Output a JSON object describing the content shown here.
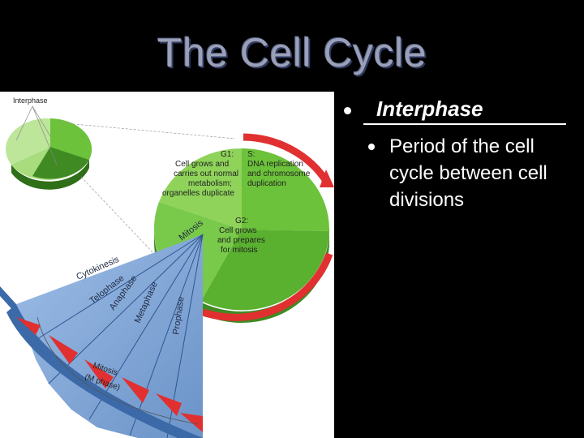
{
  "slide": {
    "title": "The Cell Cycle",
    "bullet_main": "Interphase",
    "bullet_sub": "Period of the cell cycle between cell divisions"
  },
  "diagram": {
    "inset_label": "Interphase",
    "g1_title": "G1:",
    "g1_lines": [
      "Cell grows and",
      "carries out normal",
      "metabolism;",
      "organelles duplicate"
    ],
    "s_title": "S:",
    "s_lines": [
      "DNA replication",
      "and chromosome",
      "duplication"
    ],
    "g2_title": "G2:",
    "g2_lines": [
      "Cell grows",
      "and prepares",
      "for mitosis"
    ],
    "mitosis_label": "Mitosis",
    "phases": [
      "Cytokinesis",
      "Telophase",
      "Anaphase",
      "Metaphase",
      "Prophase"
    ],
    "mphase_line1": "Mitosis",
    "mphase_line2": "(M phase)"
  },
  "colors": {
    "green_light": "#8fd35a",
    "green_mid": "#6cc23a",
    "green_dark": "#3f8a22",
    "blue": "#7fa6d6",
    "blue_dark": "#3c6aa8",
    "red": "#e03030"
  }
}
